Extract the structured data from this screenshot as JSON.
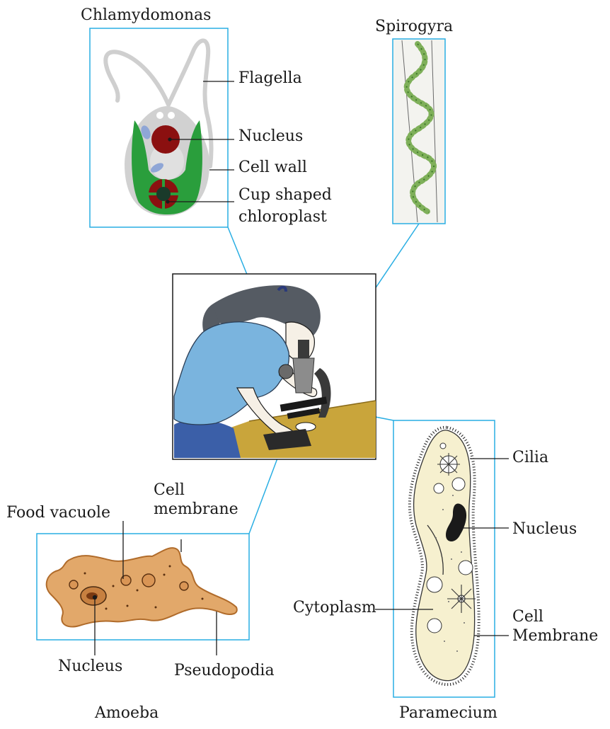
{
  "colors": {
    "frame": "#29aee3",
    "chlamy_green": "#2a9e3c",
    "nucleus_red": "#8b1010",
    "cell_gray": "#d1d1d1",
    "amoeba_fill": "#e2a86a",
    "paramecium_fill": "#f6f0cf",
    "table_ochre": "#c9a53b",
    "shirt_blue": "#7ab4de"
  },
  "organisms": {
    "chlamydomonas": {
      "title": "Chlamydomonas",
      "labels": {
        "flagella": "Flagella",
        "nucleus": "Nucleus",
        "cell_wall": "Cell wall",
        "chloroplast_line1": "Cup shaped",
        "chloroplast_line2": "chloroplast"
      }
    },
    "spirogyra": {
      "title": "Spirogyra"
    },
    "amoeba": {
      "title": "Amoeba",
      "labels": {
        "cell_membrane_line1": "Cell",
        "cell_membrane_line2": "membrane",
        "food_vacuole": "Food vacuole",
        "nucleus": "Nucleus",
        "pseudopodia": "Pseudopodia"
      }
    },
    "paramecium": {
      "title": "Paramecium",
      "labels": {
        "cilia": "Cilia",
        "nucleus": "Nucleus",
        "cytoplasm": "Cytoplasm",
        "cell_membrane_line1": "Cell",
        "cell_membrane_line2": "Membrane"
      }
    }
  },
  "center_image": {
    "icon": "student-with-microscope-illustration"
  }
}
